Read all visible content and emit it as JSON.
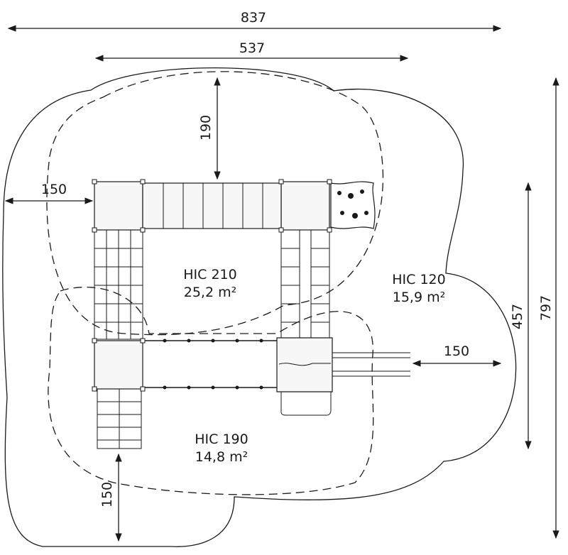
{
  "dimensions": {
    "overall_width": "837",
    "inner_width": "537",
    "top_clearance": "190",
    "left_clearance": "150",
    "right_clearance": "150",
    "bottom_clearance": "150",
    "inner_height": "457",
    "overall_height": "797"
  },
  "zones": [
    {
      "hic": "HIC 210",
      "area": "25,2 m²"
    },
    {
      "hic": "HIC 120",
      "area": "15,9 m²"
    },
    {
      "hic": "HIC 190",
      "area": "14,8 m²"
    }
  ]
}
